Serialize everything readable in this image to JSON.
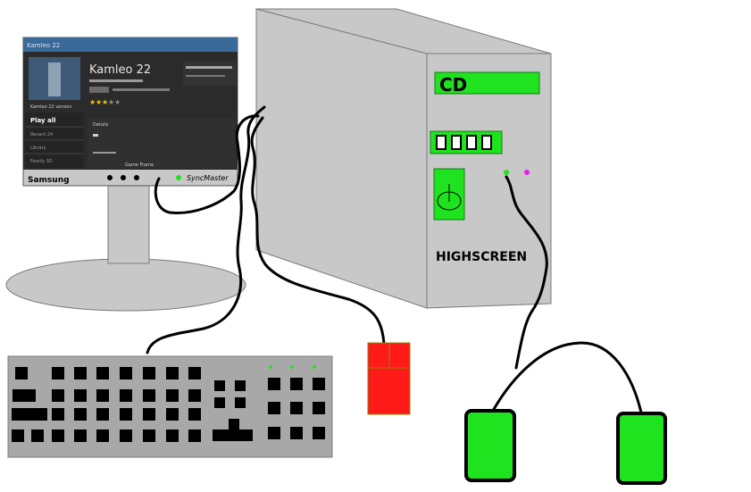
{
  "colors": {
    "case": "#c8c8c8",
    "case_edge": "#7a7a7a",
    "accent_green": "#1fe31f",
    "mouse_red": "#ff1a1a",
    "screen_bg": "#2b2b2b",
    "screen_titlebar": "#3a6a9a",
    "bezel": "#c8c8c8",
    "keyboard": "#a8a8a8",
    "key": "#000000"
  },
  "monitor": {
    "brand": "Samsung",
    "model": "SyncMaster",
    "screen": {
      "titlebar_text": "Kamleo 22",
      "game_title": "Kamleo 22",
      "rating_stars": 3,
      "rating_max": 5,
      "sidebar_header": "Play all",
      "sidebar_items": [
        "Recent 24",
        "Library",
        "Family 3D"
      ],
      "caption": "Kamleo 22 version",
      "panel_label": "Details",
      "footer_text": "Game Frame"
    }
  },
  "tower": {
    "drive_label": "CD",
    "brand": "HIGHSCREEN"
  }
}
